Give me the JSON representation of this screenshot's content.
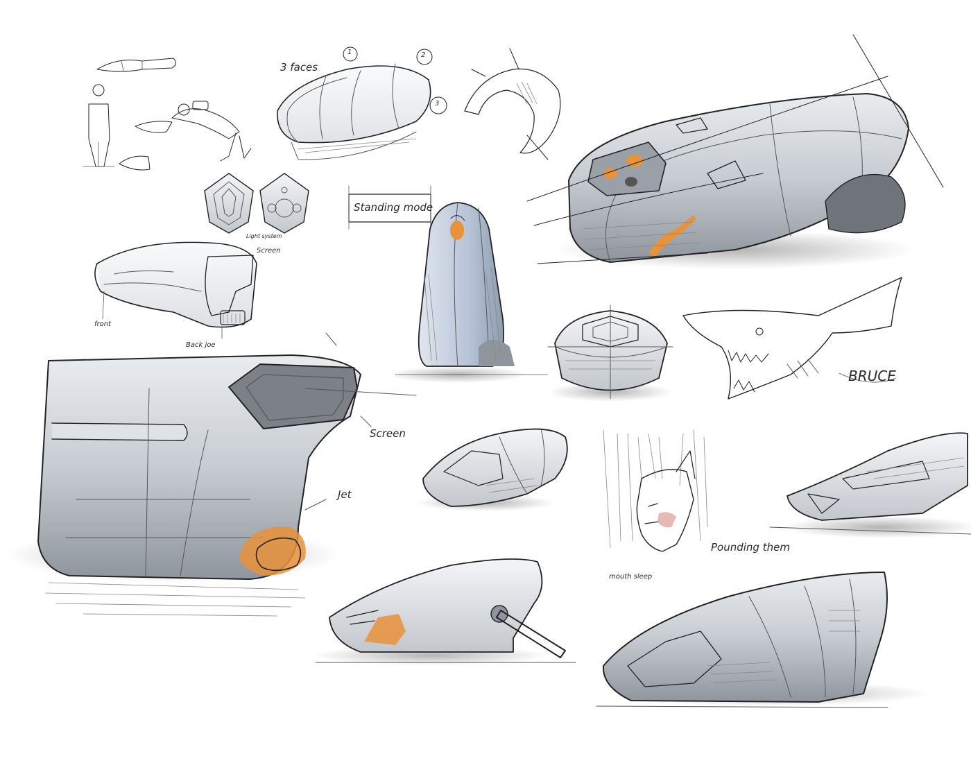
{
  "annotations": {
    "three_faces": "3 faces",
    "face_1": "1",
    "face_2": "2",
    "face_3": "3",
    "standing_mode": "Standing mode",
    "light_system": "Light system",
    "screen_small": "Screen",
    "front": "front",
    "back_joe": "Back joe",
    "screen_large": "Screen",
    "jet": "Jet",
    "bruce": "BRUCE",
    "pounding_them": "Pounding them",
    "mouth_sleep": "mouth sleep"
  },
  "colors": {
    "accent_orange": "#e8923a",
    "marker_grey": "#9ea3aa",
    "marker_blue_grey": "#b9c6d8",
    "ink": "#222222",
    "paper": "#ffffff"
  }
}
